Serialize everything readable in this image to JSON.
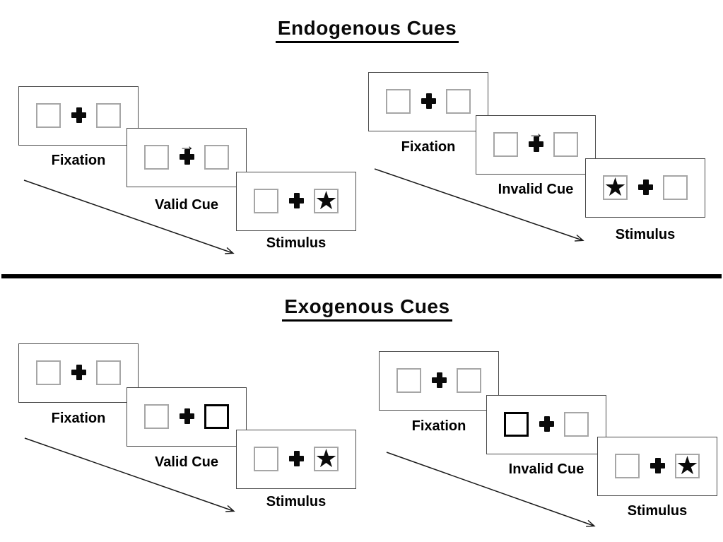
{
  "diagram": {
    "glyphs": {
      "star": "★",
      "cue_arrow": "→"
    },
    "colors": {
      "ink": "#000000",
      "panel_border": "#4a4a4a",
      "placeholder_border": "#a6a6a6",
      "divider": "#000000"
    },
    "sections": [
      {
        "title": "Endogenous Cues",
        "trials": [
          {
            "name": "valid",
            "cue_type": "central-arrow",
            "cue_side": "right",
            "star_side": "right",
            "panels": [
              {
                "label": "Fixation"
              },
              {
                "label": "Valid Cue"
              },
              {
                "label": "Stimulus"
              }
            ]
          },
          {
            "name": "invalid",
            "cue_type": "central-arrow",
            "cue_side": "right",
            "star_side": "left",
            "panels": [
              {
                "label": "Fixation"
              },
              {
                "label": "Invalid Cue"
              },
              {
                "label": "Stimulus"
              }
            ]
          }
        ]
      },
      {
        "title": "Exogenous Cues",
        "trials": [
          {
            "name": "valid",
            "cue_type": "peripheral-box-highlight",
            "cue_side": "right",
            "star_side": "right",
            "panels": [
              {
                "label": "Fixation"
              },
              {
                "label": "Valid Cue"
              },
              {
                "label": "Stimulus"
              }
            ]
          },
          {
            "name": "invalid",
            "cue_type": "peripheral-box-highlight",
            "cue_side": "left",
            "star_side": "right",
            "panels": [
              {
                "label": "Fixation"
              },
              {
                "label": "Invalid Cue"
              },
              {
                "label": "Stimulus"
              }
            ]
          }
        ]
      }
    ]
  }
}
